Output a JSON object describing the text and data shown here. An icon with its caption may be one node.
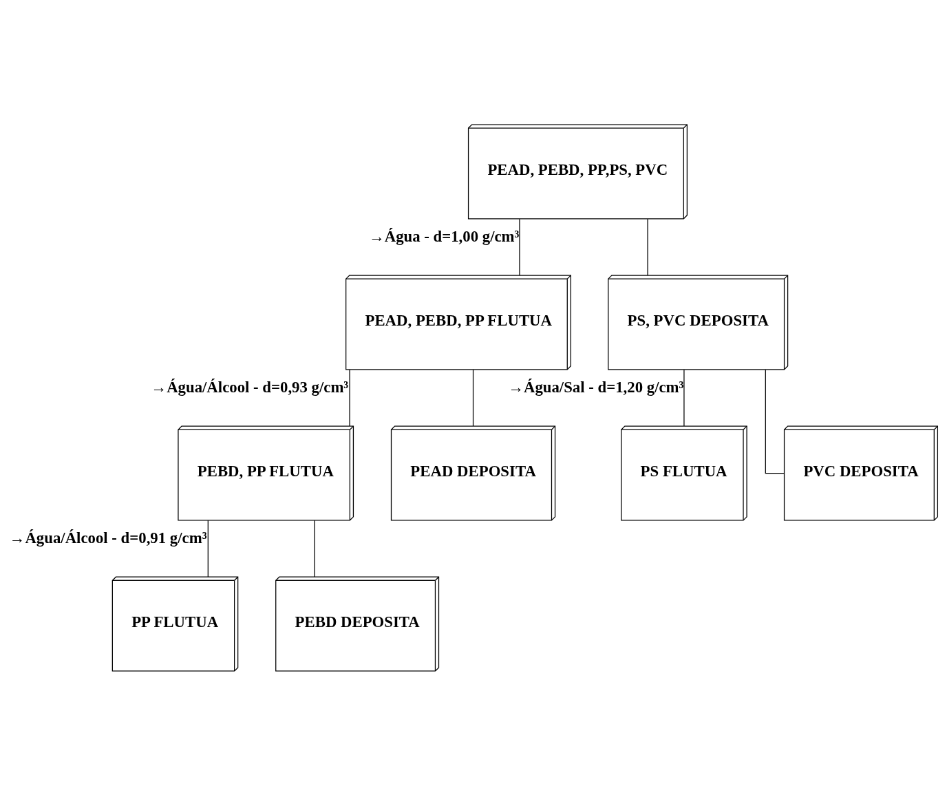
{
  "diagram": {
    "nodes": [
      {
        "text": [
          "PEAD, PEBD, PP,PS, PVC"
        ]
      },
      {
        "text": [
          "PEAD, PEBD, PP FLUTUA"
        ]
      },
      {
        "text": [
          "PS, PVC DEPOSITA"
        ]
      },
      {
        "text": [
          "PEBD, PP FLUTUA"
        ]
      },
      {
        "text": [
          "PEAD DEPOSITA"
        ]
      },
      {
        "text": [
          "PS FLUTUA"
        ]
      },
      {
        "text": [
          "PVC DEPOSITA"
        ]
      },
      {
        "text": [
          "PP FLUTUA"
        ]
      },
      {
        "text": [
          "PEBD DEPOSITA"
        ]
      }
    ],
    "edges": [
      {
        "from": 0,
        "to": 1,
        "arrow": "none",
        "label": "→Água - d=1,00 g/cm³"
      },
      {
        "from": 0,
        "to": 2,
        "arrow": "none"
      },
      {
        "from": 1,
        "to": 3,
        "arrow": "none",
        "label": "→Água/Álcool - d=0,93 g/cm³"
      },
      {
        "from": 1,
        "to": 4,
        "arrow": "none"
      },
      {
        "from": 2,
        "to": 5,
        "arrow": "none",
        "label": "→Água/Sal - d=1,20 g/cm³"
      },
      {
        "from": 2,
        "to": 6,
        "arrow": "none"
      },
      {
        "from": 3,
        "to": 7,
        "arrow": "none",
        "label": "→Água/Álcool - d=0,91 g/cm³"
      },
      {
        "from": 3,
        "to": 8,
        "arrow": "none"
      }
    ]
  }
}
